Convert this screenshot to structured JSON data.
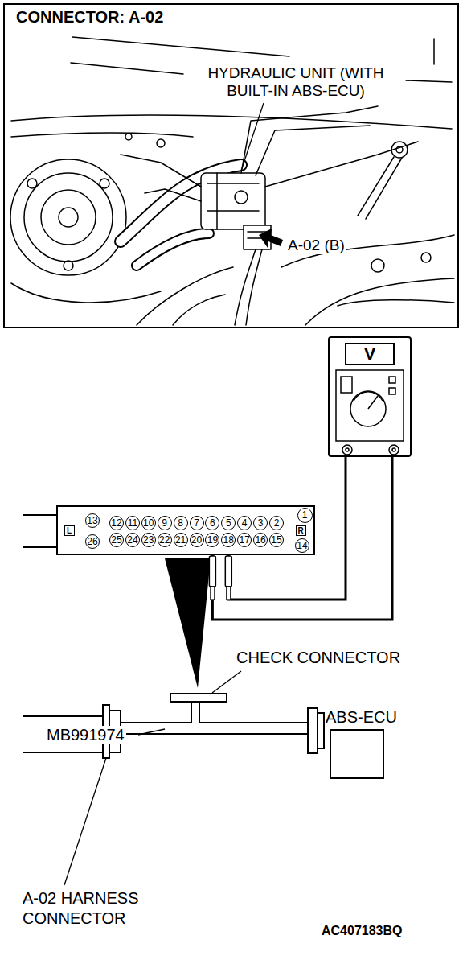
{
  "diagram": {
    "nodes": [
      {
        "text": [
          "V"
        ]
      },
      {
        "text": [
          "L",
          "13",
          "12",
          "11",
          "10",
          "9",
          "8",
          "7",
          "6",
          "5",
          "4",
          "3",
          "2",
          "1",
          "R",
          "26",
          "25",
          "24",
          "23",
          "22",
          "21",
          "20",
          "19",
          "18",
          "17",
          "16",
          "15",
          "14"
        ]
      },
      {
        "text": [
          "ABS-ECU"
        ]
      }
    ],
    "edges": [
      {
        "from": 0,
        "to": 1,
        "arrow": "none"
      },
      {
        "from": 0,
        "to": 1,
        "arrow": "none"
      }
    ],
    "labels": [
      "CONNECTOR: A-02",
      "HYDRAULIC UNIT (WITH BUILT-IN ABS-ECU)",
      "A-02 (B)",
      "CHECK CONNECTOR",
      "MB991974",
      "A-02 HARNESS CONNECTOR",
      "AC407183BQ"
    ]
  }
}
